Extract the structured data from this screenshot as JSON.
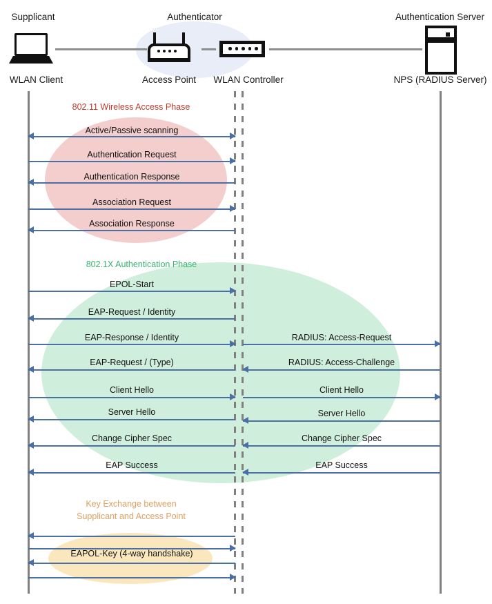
{
  "diagram": {
    "title_roles": [
      {
        "name": "role-supplicant",
        "label": "Supplicant"
      },
      {
        "name": "role-authenticator",
        "label": "Authenticator"
      },
      {
        "name": "role-auth-server",
        "label": "Authentication Server"
      }
    ],
    "devices": [
      {
        "name": "device-wlan-client",
        "label": "WLAN Client",
        "icon": "laptop-icon"
      },
      {
        "name": "device-access-point",
        "label": "Access Point",
        "icon": "wireless-router-icon"
      },
      {
        "name": "device-wlan-controller",
        "label": "WLAN Controller",
        "icon": "network-switch-icon"
      },
      {
        "name": "device-nps",
        "label": "NPS (RADIUS Server)",
        "icon": "server-rack-icon"
      }
    ],
    "phases": [
      {
        "name": "phase-80211-wireless-access",
        "caption": "802.11 Wireless Access Phase",
        "caption_color": "#c0392b",
        "blob_color": "#f4cdcd"
      },
      {
        "name": "phase-8021x-authentication",
        "caption": "802.1X Authentication Phase",
        "caption_color": "#3bb273",
        "blob_color": "#c8ebd6"
      },
      {
        "name": "phase-key-exchange",
        "caption_line1": "Key Exchange between",
        "caption_line2": "Supplicant and Access Point",
        "caption_color": "#e0a060",
        "blob_color": "#fbe7bd"
      }
    ],
    "messages_left": [
      {
        "label": "Active/Passive scanning",
        "direction": "both"
      },
      {
        "label": "Authentication Request",
        "direction": "right"
      },
      {
        "label": "Authentication Response",
        "direction": "left"
      },
      {
        "label": "Association Request",
        "direction": "right"
      },
      {
        "label": "Association Response",
        "direction": "left"
      },
      {
        "label": "EPOL-Start",
        "direction": "right"
      },
      {
        "label": "EAP-Request / Identity",
        "direction": "left"
      },
      {
        "label": "EAP-Response / Identity",
        "direction": "right"
      },
      {
        "label": "EAP-Request / (Type)",
        "direction": "left"
      },
      {
        "label": "Client Hello",
        "direction": "right"
      },
      {
        "label": "Server Hello",
        "direction": "left"
      },
      {
        "label": "Change Cipher Spec",
        "direction": "left"
      },
      {
        "label": "EAP Success",
        "direction": "left"
      },
      {
        "label": "",
        "direction": "left"
      },
      {
        "label": "",
        "direction": "right"
      },
      {
        "label": "EAPOL-Key (4-way handshake)",
        "direction": "left"
      },
      {
        "label": "",
        "direction": "right"
      }
    ],
    "messages_right": [
      {
        "label": "RADIUS: Access-Request",
        "direction": "right"
      },
      {
        "label": "RADIUS: Access-Challenge",
        "direction": "left"
      },
      {
        "label": "Client Hello",
        "direction": "right"
      },
      {
        "label": "Server Hello",
        "direction": "left"
      },
      {
        "label": "Change Cipher Spec",
        "direction": "left"
      },
      {
        "label": "EAP Success",
        "direction": "left"
      }
    ],
    "colors": {
      "arrow": "#4a6fa5",
      "lifeline": "#808080",
      "wire": "#8d8d8d",
      "authenticator_ellipse": "#e8edf7"
    }
  }
}
